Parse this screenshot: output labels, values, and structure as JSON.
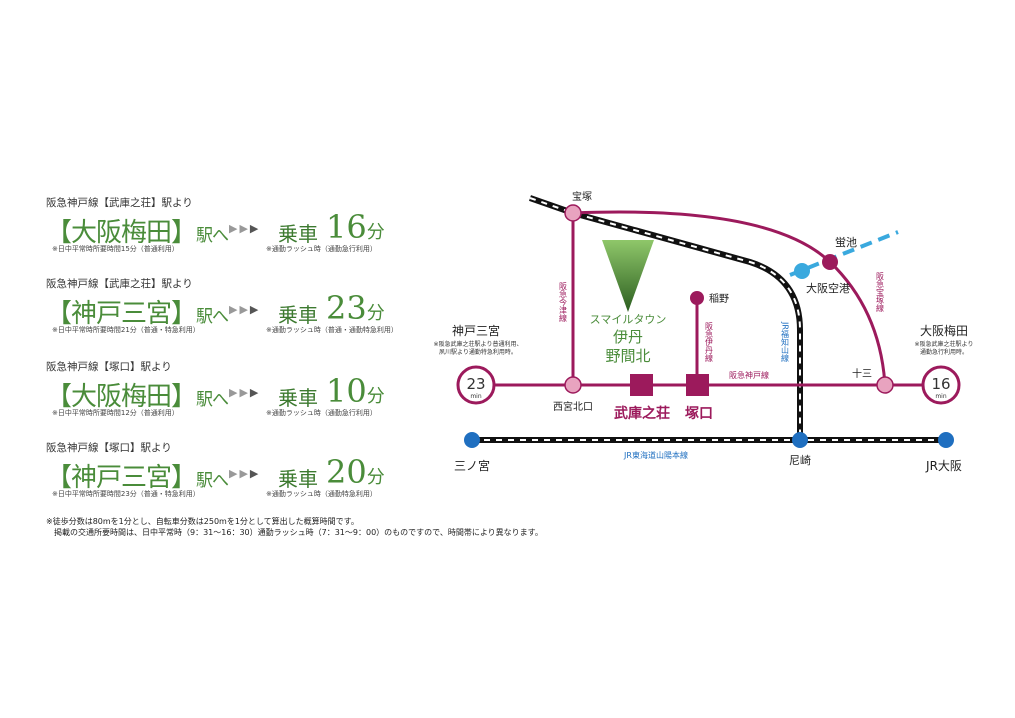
{
  "routes": [
    {
      "from": "阪急神戸線【武庫之荘】駅より",
      "dest": "【大阪梅田】",
      "suffix": "駅へ",
      "ride": "乗車",
      "minutes": "16",
      "unit": "分",
      "note_day": "※日中平常時所要時間15分（普通利用）",
      "note_rush": "※通勤ラッシュ時（通勤急行利用）"
    },
    {
      "from": "阪急神戸線【武庫之荘】駅より",
      "dest": "【神戸三宮】",
      "suffix": "駅へ",
      "ride": "乗車",
      "minutes": "23",
      "unit": "分",
      "note_day": "※日中平常時所要時間21分（普通・特急利用）",
      "note_rush": "※通勤ラッシュ時（普通・通勤特急利用）"
    },
    {
      "from": "阪急神戸線【塚口】駅より",
      "dest": "【大阪梅田】",
      "suffix": "駅へ",
      "ride": "乗車",
      "minutes": "10",
      "unit": "分",
      "note_day": "※日中平常時所要時間12分（普通利用）",
      "note_rush": "※通勤ラッシュ時（通勤急行利用）"
    },
    {
      "from": "阪急神戸線【塚口】駅より",
      "dest": "【神戸三宮】",
      "suffix": "駅へ",
      "ride": "乗車",
      "minutes": "20",
      "unit": "分",
      "note_day": "※日中平常時所要時間23分（普通・特急利用）",
      "note_rush": "※通勤ラッシュ時（通勤特急利用）"
    }
  ],
  "arrows": "▶▶▶",
  "footnotes": [
    "※徒歩分数は80mを1分とし、自転車分数は250mを1分として算出した概算時間です。",
    "　掲載の交通所要時間は、日中平常時（9：31〜16：30）通勤ラッシュ時（7：31〜9：00）のものですので、時間帯により異なります。"
  ],
  "map": {
    "stations": {
      "takarazuka": "宝塚",
      "hotarugaike": "蛍池",
      "osaka_airport": "大阪空港",
      "inano": "稲野",
      "kobe_sannomiya": "神戸三宮",
      "osaka_umeda": "大阪梅田",
      "nishinomiya_kitaguchi": "西宮北口",
      "juso": "十三",
      "mukonoso": "武庫之荘",
      "tsukaguchi": "塚口",
      "sannomiya": "三ノ宮",
      "amagasaki": "尼崎",
      "jr_osaka": "JR大阪"
    },
    "lines": {
      "imazu": "阪急今津線",
      "itami": "阪急伊丹線",
      "takarazuka": "阪急宝塚線",
      "kobe": "阪急神戸線",
      "fukuchiyama": "JR福知山線",
      "tokaido": "JR東海道山陽本線"
    },
    "property": [
      "スマイルタウン",
      "伊丹",
      "野間北"
    ],
    "kobe_note": [
      "※阪急武庫之荘駅より普通利用、",
      "夙川駅より通勤特急利用時。"
    ],
    "umeda_note": [
      "※阪急武庫之荘駅より",
      "通勤急行利用時。"
    ],
    "badge_left": {
      "minutes": "23",
      "unit": "min"
    },
    "badge_right": {
      "minutes": "16",
      "unit": "min"
    }
  },
  "colors": {
    "hankyu": "#9c1a5c",
    "hankyu_node": "#e8a3bf",
    "jr_node": "#1f6fc0",
    "green": "#4a8c3a",
    "airport_line": "#3aa9de"
  }
}
